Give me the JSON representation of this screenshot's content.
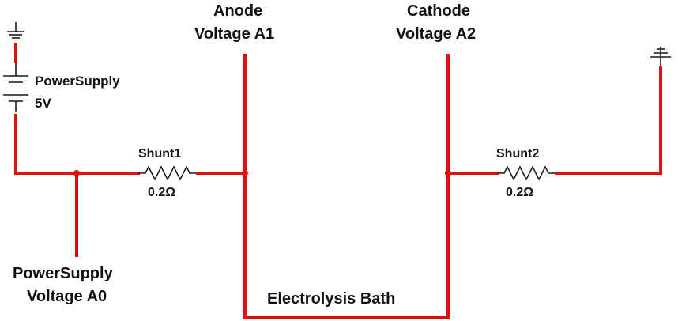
{
  "labels": {
    "power_supply_name": "PowerSupply",
    "power_supply_voltage": "5V",
    "shunt1_name": "Shunt1",
    "shunt1_value": "0.2Ω",
    "shunt2_name": "Shunt2",
    "shunt2_value": "0.2Ω",
    "anode_line1": "Anode",
    "anode_line2": "Voltage A1",
    "cathode_line1": "Cathode",
    "cathode_line2": "Voltage A2",
    "ps_probe_line1": "PowerSupply",
    "ps_probe_line2": "Voltage A0",
    "bath": "Electrolysis Bath"
  },
  "colors": {
    "wire": "#e01010",
    "component": "#1a1a1a",
    "text": "#111111"
  }
}
